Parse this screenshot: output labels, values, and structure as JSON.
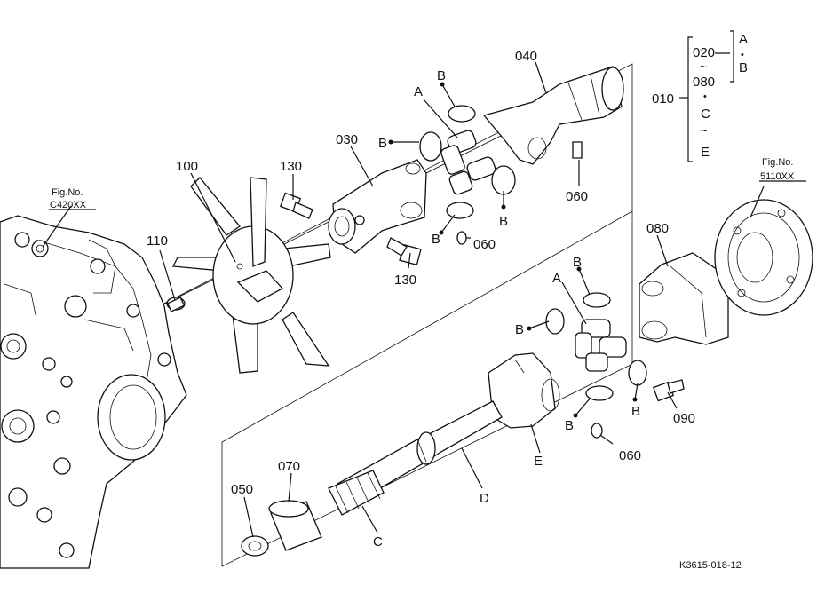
{
  "diagram": {
    "fig_refs": {
      "left": {
        "prefix": "Fig.No.",
        "number": "C420XX"
      },
      "right": {
        "prefix": "Fig.No.",
        "number": "5110XX"
      }
    },
    "callouts": {
      "p010": "010",
      "p020": "020",
      "p030": "030",
      "p040": "040",
      "p050": "050",
      "p060a": "060",
      "p060b": "060",
      "p060c": "060",
      "p070": "070",
      "p080": "080",
      "p080b": "080",
      "p090": "090",
      "p100": "100",
      "p110": "110",
      "p130a": "130",
      "p130b": "130",
      "A1": "A",
      "A2": "A",
      "B1": "B",
      "B2": "B",
      "B3": "B",
      "B4": "B",
      "B5": "B",
      "B6": "B",
      "B7": "B",
      "B8": "B",
      "C": "C",
      "D": "D",
      "E": "E"
    },
    "kit_legend": {
      "main": "010",
      "range_a_start": "020",
      "range_a_end": "080",
      "tilde": "~",
      "dot": "•",
      "letter_A": "A",
      "letter_B": "B",
      "letter_C": "C",
      "letter_E": "E"
    },
    "drawing_code": "K3615-018-12"
  }
}
